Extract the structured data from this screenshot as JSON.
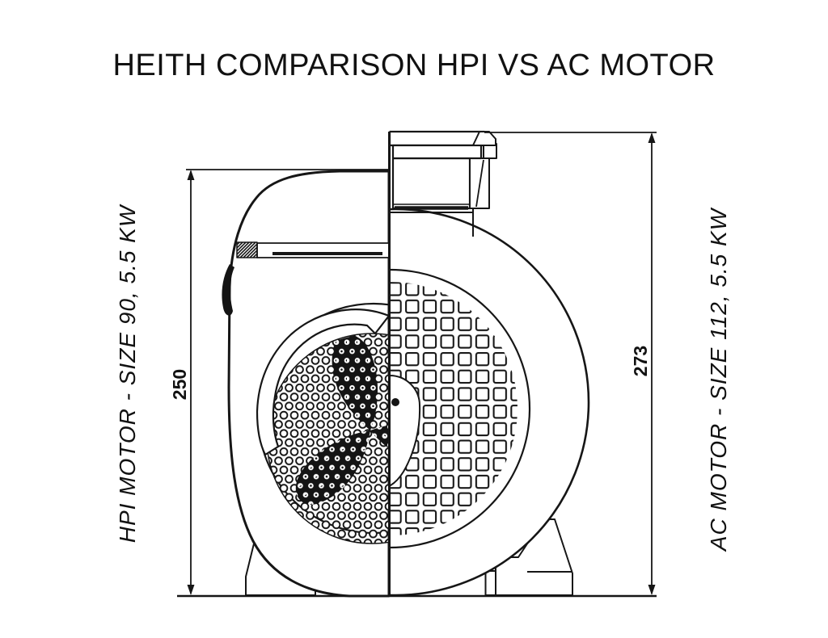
{
  "title": "HEITH COMPARISON HPI VS AC MOTOR",
  "left_motor": {
    "label": "HPI MOTOR - SIZE 90, 5.5 KW",
    "height_dimension": "250"
  },
  "right_motor": {
    "label": "AC MOTOR - SIZE 112, 5.5 KW",
    "height_dimension": "273"
  },
  "colors": {
    "background": "#ffffff",
    "line": "#161616"
  }
}
